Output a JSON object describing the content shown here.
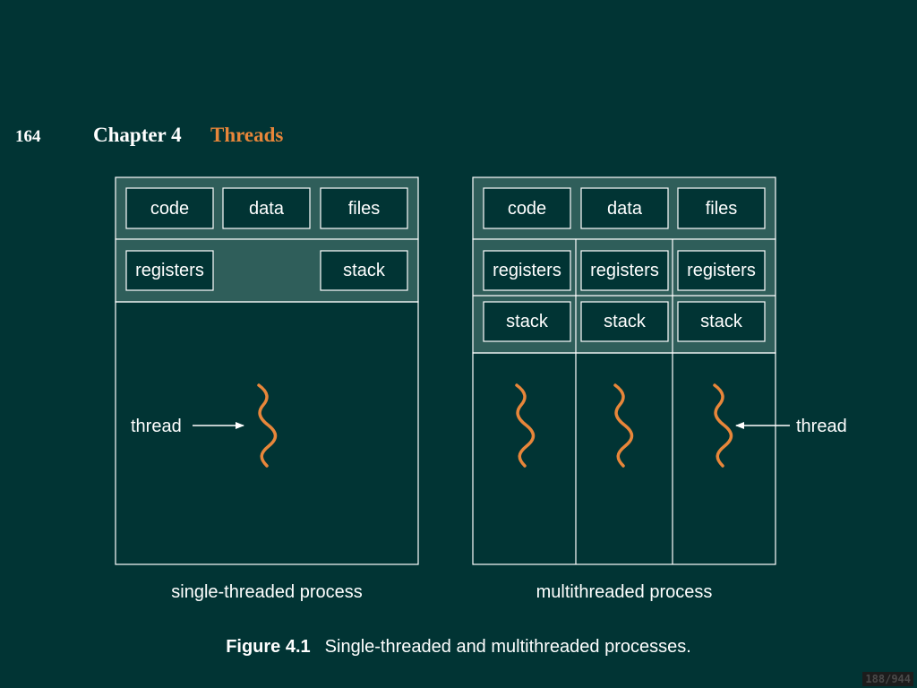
{
  "header": {
    "page_number": "164",
    "chapter_label": "Chapter 4",
    "chapter_title": "Threads"
  },
  "single": {
    "code": "code",
    "data": "data",
    "files": "files",
    "registers": "registers",
    "stack": "stack",
    "thread_label": "thread",
    "caption": "single-threaded process"
  },
  "multi": {
    "code": "code",
    "data": "data",
    "files": "files",
    "registers": [
      "registers",
      "registers",
      "registers"
    ],
    "stack": [
      "stack",
      "stack",
      "stack"
    ],
    "thread_label": "thread",
    "caption": "multithreaded process"
  },
  "figure": {
    "label": "Figure 4.1",
    "caption": "Single-threaded and multithreaded processes."
  },
  "page_counter": "188/944",
  "colors": {
    "background": "#013434",
    "shaded_section": "#2f5e5a",
    "thread_squiggle": "#e8863a",
    "line": "#ffffff"
  }
}
